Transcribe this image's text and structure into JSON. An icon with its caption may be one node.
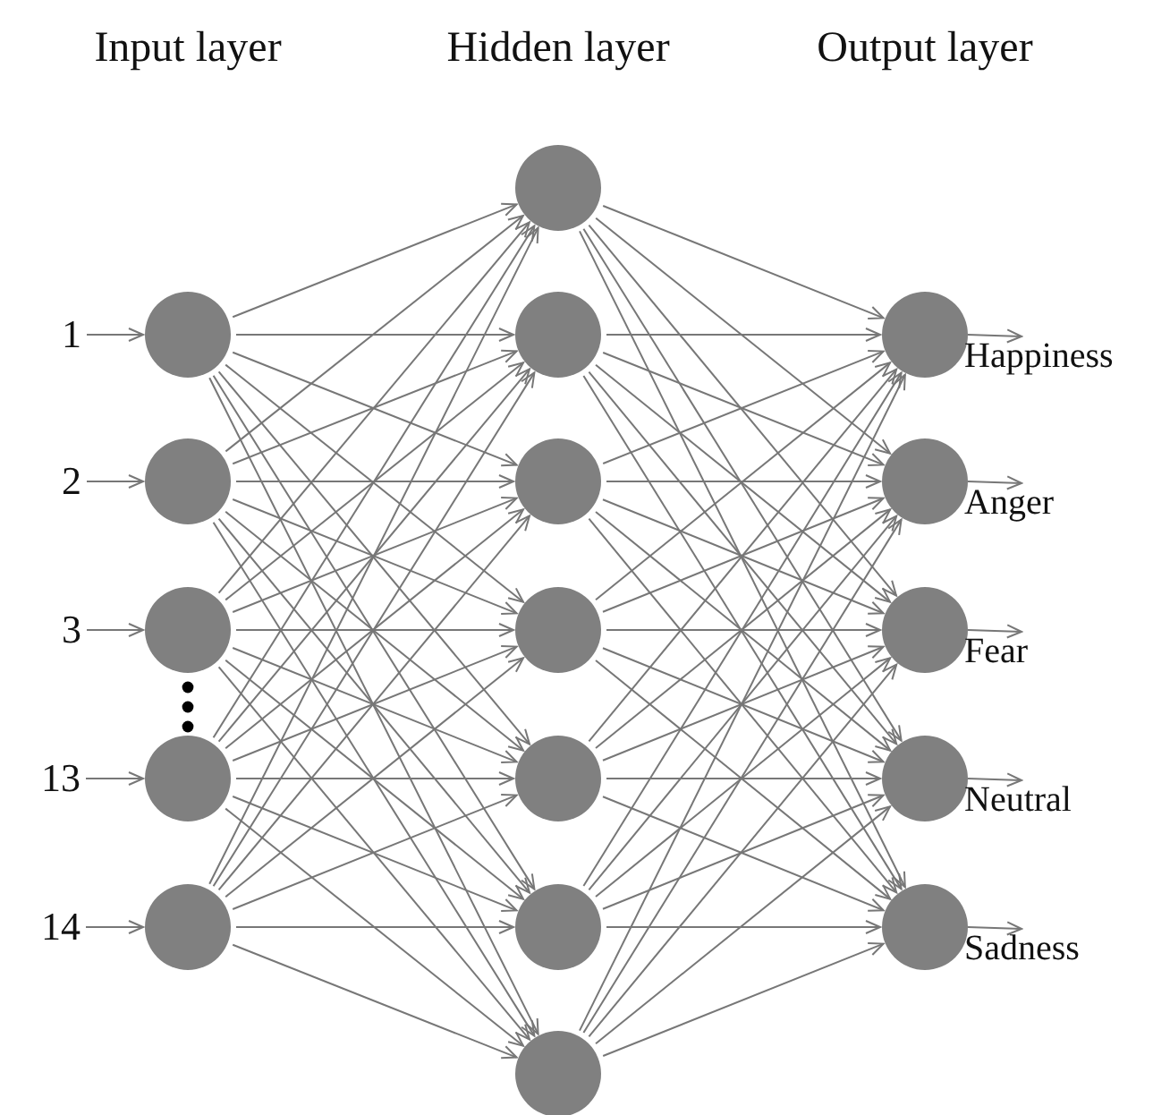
{
  "diagram": {
    "nodes": [
      {
        "text": [
          "1"
        ]
      },
      {
        "text": [
          "2"
        ]
      },
      {
        "text": [
          "3"
        ]
      },
      {
        "text": [
          "13"
        ]
      },
      {
        "text": [
          "14"
        ]
      },
      {
        "text": [],
        "shape": "circle"
      },
      {
        "text": [],
        "shape": "circle"
      },
      {
        "text": [],
        "shape": "circle"
      },
      {
        "text": [],
        "shape": "circle"
      },
      {
        "text": [],
        "shape": "circle"
      },
      {
        "text": [],
        "shape": "circle"
      },
      {
        "text": [],
        "shape": "circle"
      },
      {
        "text": [],
        "shape": "circle"
      },
      {
        "text": [],
        "shape": "circle"
      },
      {
        "text": [],
        "shape": "circle"
      },
      {
        "text": [],
        "shape": "circle"
      },
      {
        "text": [],
        "shape": "circle"
      },
      {
        "text": [],
        "shape": "circle"
      },
      {
        "text": [],
        "shape": "circle"
      },
      {
        "text": [],
        "shape": "circle"
      },
      {
        "text": [],
        "shape": "circle"
      },
      {
        "text": [],
        "shape": "circle"
      },
      {
        "text": [
          "Happiness"
        ]
      },
      {
        "text": [
          "Anger"
        ]
      },
      {
        "text": [
          "Fear"
        ]
      },
      {
        "text": [
          "Neutral"
        ]
      },
      {
        "text": [
          "Sadness"
        ]
      }
    ],
    "edges": [
      {
        "from": 0,
        "to": 5,
        "arrow": "to"
      },
      {
        "from": 1,
        "to": 6,
        "arrow": "to"
      },
      {
        "from": 2,
        "to": 7,
        "arrow": "to"
      },
      {
        "from": 3,
        "to": 8,
        "arrow": "to"
      },
      {
        "from": 4,
        "to": 9,
        "arrow": "to"
      },
      {
        "from": 5,
        "to": 10,
        "arrow": "to"
      },
      {
        "from": 5,
        "to": 11,
        "arrow": "to"
      },
      {
        "from": 5,
        "to": 12,
        "arrow": "to"
      },
      {
        "from": 5,
        "to": 13,
        "arrow": "to"
      },
      {
        "from": 5,
        "to": 14,
        "arrow": "to"
      },
      {
        "from": 5,
        "to": 15,
        "arrow": "to"
      },
      {
        "from": 5,
        "to": 16,
        "arrow": "to"
      },
      {
        "from": 6,
        "to": 10,
        "arrow": "to"
      },
      {
        "from": 6,
        "to": 11,
        "arrow": "to"
      },
      {
        "from": 6,
        "to": 12,
        "arrow": "to"
      },
      {
        "from": 6,
        "to": 13,
        "arrow": "to"
      },
      {
        "from": 6,
        "to": 14,
        "arrow": "to"
      },
      {
        "from": 6,
        "to": 15,
        "arrow": "to"
      },
      {
        "from": 6,
        "to": 16,
        "arrow": "to"
      },
      {
        "from": 7,
        "to": 10,
        "arrow": "to"
      },
      {
        "from": 7,
        "to": 11,
        "arrow": "to"
      },
      {
        "from": 7,
        "to": 12,
        "arrow": "to"
      },
      {
        "from": 7,
        "to": 13,
        "arrow": "to"
      },
      {
        "from": 7,
        "to": 14,
        "arrow": "to"
      },
      {
        "from": 7,
        "to": 15,
        "arrow": "to"
      },
      {
        "from": 7,
        "to": 16,
        "arrow": "to"
      },
      {
        "from": 8,
        "to": 10,
        "arrow": "to"
      },
      {
        "from": 8,
        "to": 11,
        "arrow": "to"
      },
      {
        "from": 8,
        "to": 12,
        "arrow": "to"
      },
      {
        "from": 8,
        "to": 13,
        "arrow": "to"
      },
      {
        "from": 8,
        "to": 14,
        "arrow": "to"
      },
      {
        "from": 8,
        "to": 15,
        "arrow": "to"
      },
      {
        "from": 8,
        "to": 16,
        "arrow": "to"
      },
      {
        "from": 9,
        "to": 10,
        "arrow": "to"
      },
      {
        "from": 9,
        "to": 11,
        "arrow": "to"
      },
      {
        "from": 9,
        "to": 12,
        "arrow": "to"
      },
      {
        "from": 9,
        "to": 13,
        "arrow": "to"
      },
      {
        "from": 9,
        "to": 14,
        "arrow": "to"
      },
      {
        "from": 9,
        "to": 15,
        "arrow": "to"
      },
      {
        "from": 9,
        "to": 16,
        "arrow": "to"
      },
      {
        "from": 10,
        "to": 17,
        "arrow": "to"
      },
      {
        "from": 10,
        "to": 18,
        "arrow": "to"
      },
      {
        "from": 10,
        "to": 19,
        "arrow": "to"
      },
      {
        "from": 10,
        "to": 20,
        "arrow": "to"
      },
      {
        "from": 10,
        "to": 21,
        "arrow": "to"
      },
      {
        "from": 11,
        "to": 17,
        "arrow": "to"
      },
      {
        "from": 11,
        "to": 18,
        "arrow": "to"
      },
      {
        "from": 11,
        "to": 19,
        "arrow": "to"
      },
      {
        "from": 11,
        "to": 20,
        "arrow": "to"
      },
      {
        "from": 11,
        "to": 21,
        "arrow": "to"
      },
      {
        "from": 12,
        "to": 17,
        "arrow": "to"
      },
      {
        "from": 12,
        "to": 18,
        "arrow": "to"
      },
      {
        "from": 12,
        "to": 19,
        "arrow": "to"
      },
      {
        "from": 12,
        "to": 20,
        "arrow": "to"
      },
      {
        "from": 12,
        "to": 21,
        "arrow": "to"
      },
      {
        "from": 13,
        "to": 17,
        "arrow": "to"
      },
      {
        "from": 13,
        "to": 18,
        "arrow": "to"
      },
      {
        "from": 13,
        "to": 19,
        "arrow": "to"
      },
      {
        "from": 13,
        "to": 20,
        "arrow": "to"
      },
      {
        "from": 13,
        "to": 21,
        "arrow": "to"
      },
      {
        "from": 14,
        "to": 17,
        "arrow": "to"
      },
      {
        "from": 14,
        "to": 18,
        "arrow": "to"
      },
      {
        "from": 14,
        "to": 19,
        "arrow": "to"
      },
      {
        "from": 14,
        "to": 20,
        "arrow": "to"
      },
      {
        "from": 14,
        "to": 21,
        "arrow": "to"
      },
      {
        "from": 15,
        "to": 17,
        "arrow": "to"
      },
      {
        "from": 15,
        "to": 18,
        "arrow": "to"
      },
      {
        "from": 15,
        "to": 19,
        "arrow": "to"
      },
      {
        "from": 15,
        "to": 20,
        "arrow": "to"
      },
      {
        "from": 15,
        "to": 21,
        "arrow": "to"
      },
      {
        "from": 16,
        "to": 17,
        "arrow": "to"
      },
      {
        "from": 16,
        "to": 18,
        "arrow": "to"
      },
      {
        "from": 16,
        "to": 19,
        "arrow": "to"
      },
      {
        "from": 16,
        "to": 20,
        "arrow": "to"
      },
      {
        "from": 16,
        "to": 21,
        "arrow": "to"
      },
      {
        "from": 17,
        "to": 22,
        "arrow": "to"
      },
      {
        "from": 18,
        "to": 23,
        "arrow": "to"
      },
      {
        "from": 19,
        "to": 24,
        "arrow": "to"
      },
      {
        "from": 20,
        "to": 25,
        "arrow": "to"
      },
      {
        "from": 21,
        "to": 26,
        "arrow": "to"
      }
    ],
    "labels": [
      "Input layer",
      "Hidden layer",
      "Output layer"
    ]
  }
}
